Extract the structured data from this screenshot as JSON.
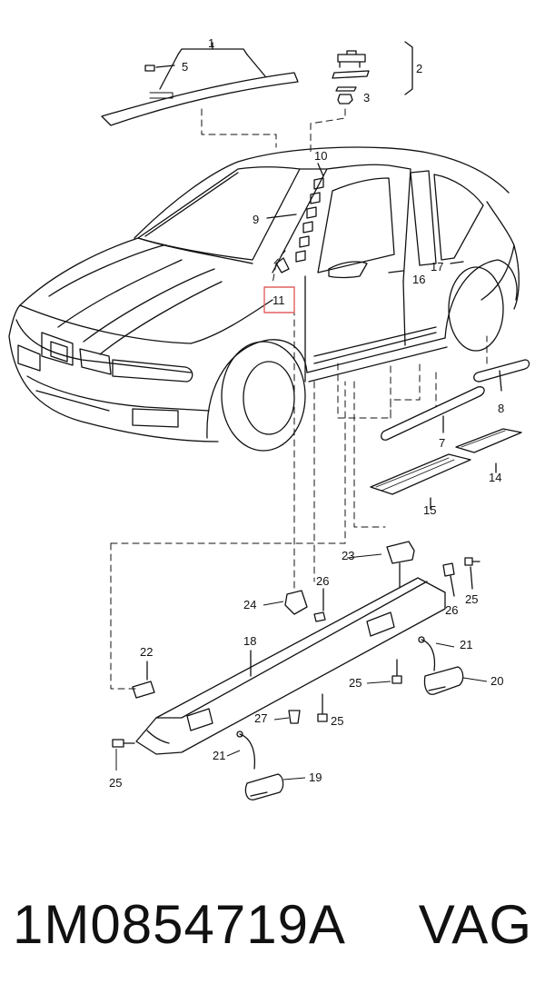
{
  "diagram": {
    "highlight_color": "#e06060",
    "callouts": {
      "c1": "1",
      "c2": "2",
      "c3": "3",
      "c5": "5",
      "c7": "7",
      "c8": "8",
      "c9": "9",
      "c10": "10",
      "c11": "11",
      "c14": "14",
      "c15": "15",
      "c16": "16",
      "c17": "17",
      "c18": "18",
      "c19": "19",
      "c20": "20",
      "c21a": "21",
      "c21b": "21",
      "c22": "22",
      "c23": "23",
      "c24": "24",
      "c25a": "25",
      "c25b": "25",
      "c25c": "25",
      "c25d": "25",
      "c26a": "26",
      "c26b": "26",
      "c27": "27"
    }
  },
  "footer": {
    "part_number": "1M0854719A",
    "brand": "VAG"
  }
}
